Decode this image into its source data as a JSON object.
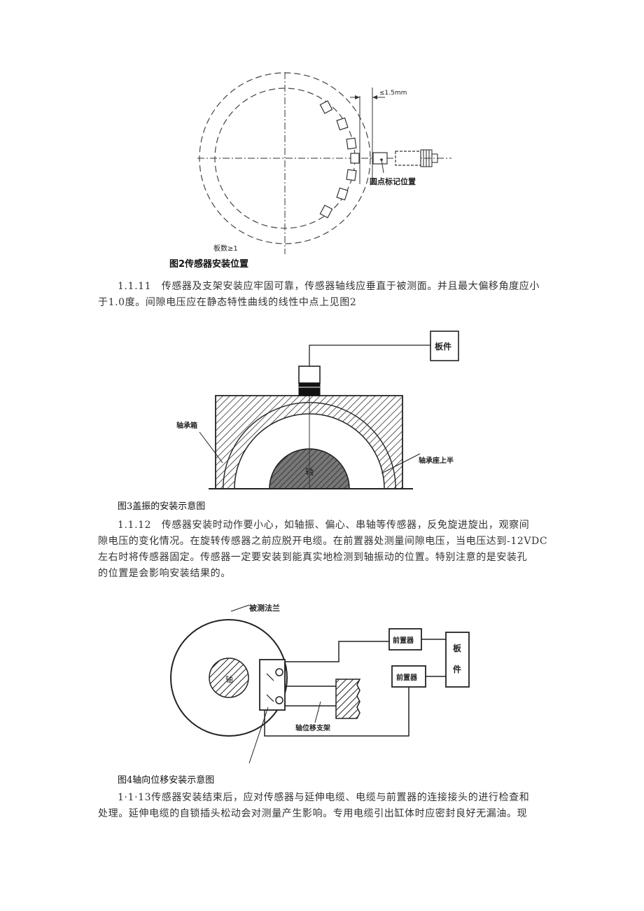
{
  "figure2": {
    "caption": "图2传感器安装位置",
    "gap_label": "≤1.5mm",
    "mark_label": "圆点标记位置",
    "teeth_label": "板数≥1"
  },
  "para_1111": {
    "line1": "1.1.11　传感器及支架安装应牢固可靠，传感器轴线应垂直于被测面。并且最大偏移角度应小",
    "line2": "于1.0度。间隙电压应在静态特性曲线的线性中点上见图2"
  },
  "figure3": {
    "caption": "图3盖振的安装示意图",
    "board_label": "板件",
    "bearing_label": "轴承箱",
    "seat_label": "轴承座上半",
    "shaft_label": "轴"
  },
  "para_1112": {
    "line1": "1.1.12　传感器安装时动作要小心，如轴振、偏心、串轴等传感器，反免旋进旋出，观察间",
    "line2": "隙电压的变化情况。在旋转传感器之前应脱开电缆。在前置器处测量间隙电压，当电压达到-12VDC",
    "line3": "左右时将传感器固定。传感器一定要安装到能真实地检测到轴振动的位置。特别注意的是安装孔",
    "line4": "的位置是会影响安装结果的。"
  },
  "figure4": {
    "caption": "图4轴向位移安装示意图",
    "flange_label": "被测法兰",
    "shaft_label": "轴",
    "pre1_label": "前置器",
    "pre2_label": "前置器",
    "board_label1": "板",
    "board_label2": "件",
    "bracket_label": "轴位移支架"
  },
  "para_1113": {
    "line1": "1·1·13传感器安装结束后，应对传感器与延伸电缆、电缆与前置器的连接接头的进行检查和",
    "line2": "处理。延伸电缆的自锁插头松动会对测量产生影响。专用电缆引出缸体时应密封良好无漏油。现"
  }
}
